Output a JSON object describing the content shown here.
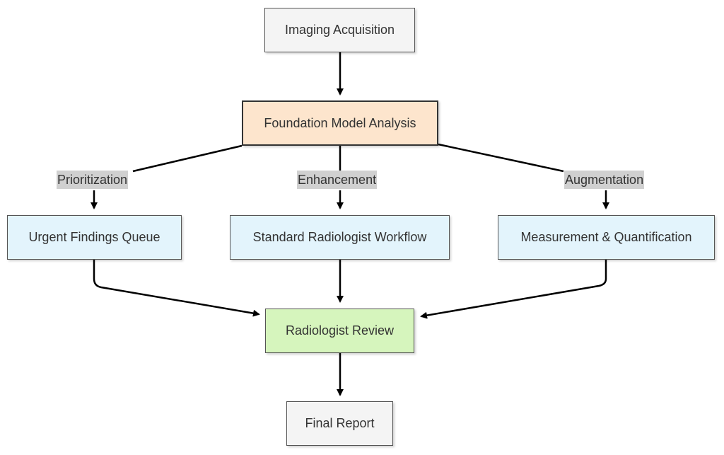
{
  "nodes": {
    "imaging": "Imaging Acquisition",
    "foundation": "Foundation Model Analysis",
    "urgent": "Urgent Findings Queue",
    "standard": "Standard Radiologist Workflow",
    "measurement": "Measurement & Quantification",
    "review": "Radiologist Review",
    "final": "Final Report"
  },
  "edge_labels": {
    "prioritization": "Prioritization",
    "enhancement": "Enhancement",
    "augmentation": "Augmentation"
  },
  "colors": {
    "default_fill": "#f4f4f4",
    "foundation_fill": "#fde5cd",
    "branch_fill": "#e3f4fc",
    "review_fill": "#d6f5bd",
    "label_bg": "#d0d0d0"
  }
}
